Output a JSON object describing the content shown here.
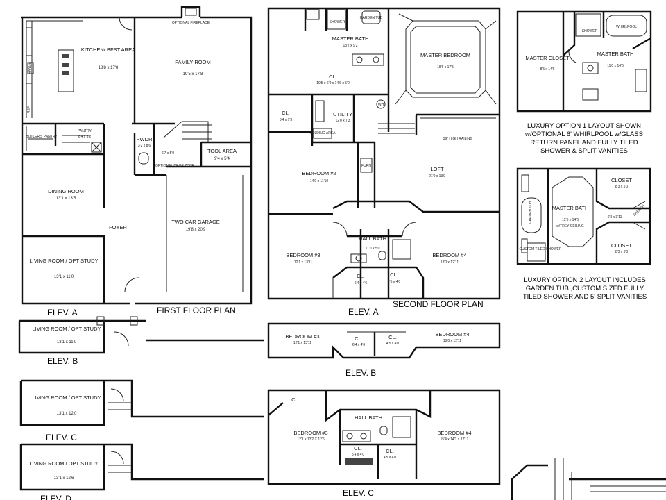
{
  "first_floor": {
    "title": "FIRST FLOOR PLAN",
    "kitchen_name": "KITCHEN/ BFST AREA",
    "kitchen_dim": "18'8 x 17'8",
    "family_name": "FAMILY ROOM",
    "family_dim": "19'5 x 17'8",
    "fireplace": "OPTIONAL FIREPLACE",
    "range": "RANGE",
    "ref": "REF",
    "butler": "BUTLER'S PANTRY",
    "pantry": "PANTRY",
    "pantry_dim": "6'4 x 3'2",
    "pwdr": "PWDR",
    "pwdr_dim": "3'2 x 8'6",
    "mud_dim": "6'7 x 5'0",
    "drop_zone": "OPTIONAL DROP ZONE",
    "tool": "TOOL AREA",
    "tool_dim": "9'4 x 5'4",
    "dining": "DINING ROOM",
    "dining_dim": "13'1 x 13'5",
    "foyer": "FOYER",
    "garage": "TWO CAR GARAGE",
    "garage_dim": "19'8 x 20'9",
    "living": "LIVING ROOM / OPT STUDY",
    "living_dim": "13'1 x 11'0",
    "elev_a": "ELEV. A"
  },
  "first_elev_b": {
    "living": "LIVING ROOM / OPT STUDY",
    "dim": "13'1 x 11'0",
    "label": "ELEV. B"
  },
  "first_elev_c": {
    "living": "LIVING ROOM / OPT STUDY",
    "dim": "13'1 x 12'0",
    "label": "ELEV. C"
  },
  "first_elev_d": {
    "living": "LIVING ROOM / OPT STUDY",
    "dim": "13'1 x 12'6",
    "label": "ELEV. D"
  },
  "second_floor": {
    "title": "SECOND FLOOR PLAN",
    "shower": "SHOWER",
    "garden_tub": "GARDEN TUB",
    "master_bath": "MASTER BATH",
    "master_bath_dim": "13'7 x 9'2",
    "cl_master": "CL.",
    "cl_master_dim": "19'5 x 6'0 x 14'6 x 5'0",
    "master_bed": "MASTER BEDROOM",
    "master_bed_dim": "18'6 x 17'5",
    "cl_small": "CL.",
    "cl_small_dim": "5'4 x 7'3",
    "utility": "UTILITY",
    "utility_dim": "12'0 x 7'3",
    "folding": "FOLDING AREA",
    "wh": "WH",
    "railing": "36\" HIGH RAILING",
    "bed2": "BEDROOM #2",
    "bed2_dim": "14'9 x 11'10",
    "furn": "FURN",
    "loft": "LOFT",
    "loft_dim": "21'0 x 13'0",
    "hall_bath": "HALL BATH",
    "hall_bath_dim": "11'0 x 5'0",
    "bed3": "BEDROOM #3",
    "bed3_dim": "12'1 x 13'11",
    "bed4": "BEDROOM #4",
    "bed4_dim": "13'0 x 12'11",
    "cl_left": "CL.",
    "cl_left_dim": "6'4 x 4'6",
    "cl_right": "CL.",
    "cl_right_dim": "4'5 x 4'0",
    "elev_a": "ELEV. A"
  },
  "second_elev_b": {
    "bed3": "BEDROOM #3",
    "bed3_dim": "12'1 x 13'11",
    "cl1": "CL.",
    "cl1_dim": "6'4 x 4'6",
    "cl2": "CL.",
    "cl2_dim": "4'5 x 4'0",
    "bed4": "BEDROOM #4",
    "bed4_dim": "13'0 x 12'11",
    "label": "ELEV. B"
  },
  "second_elev_c": {
    "cl": "CL.",
    "hall_bath": "HALL BATH",
    "bed3": "BEDROOM #3",
    "bed3_dim": "12'1 x 13'2 X 12'6",
    "bed4": "BEDROOM #4",
    "bed4_dim": "15'4 x 14'1 x 12'11",
    "cl1": "CL.",
    "cl1_dim": "5'4 x 4'0",
    "cl2": "CL.",
    "cl2_dim": "4'5 x 4'0",
    "label": "ELEV. C"
  },
  "luxury1": {
    "closet": "MASTER CLOSET",
    "closet_dim": "8'5 x 14'6",
    "shower": "SHOWER",
    "whirlpool": "WHIRLPOOL",
    "bath": "MASTER BATH",
    "bath_dim": "11'0 x 14'6",
    "note": [
      "LUXURY OPTION 1 LAYOUT SHOWN",
      "w/OPTIONAL 6' WHIRLPOOL w/GLASS",
      "RETURN PANEL AND FULLY TILED",
      "SHOWER & SPLIT VANITIES"
    ]
  },
  "luxury2": {
    "closet1": "CLOSET",
    "closet1_dim": "8'3 x 5'0",
    "garden_tub": "GARDEN TUB",
    "bath": "MASTER BATH",
    "bath_dim": "12'5 x 14'6",
    "ceiling": "w/TREY CEILING",
    "hall_dim": "6'8 x 3'11",
    "french": "FRENCH",
    "shower": "CUSTOM TILED SHOWER",
    "closet2": "CLOSET",
    "closet2_dim": "8'3 x 5'0",
    "note": [
      "LUXURY OPTION 2 LAYOUT INCLUDES",
      "GARDEN TUB ,CUSTOM SIZED FULLY",
      "TILED SHOWER AND 5' SPLIT VANITIES"
    ]
  }
}
